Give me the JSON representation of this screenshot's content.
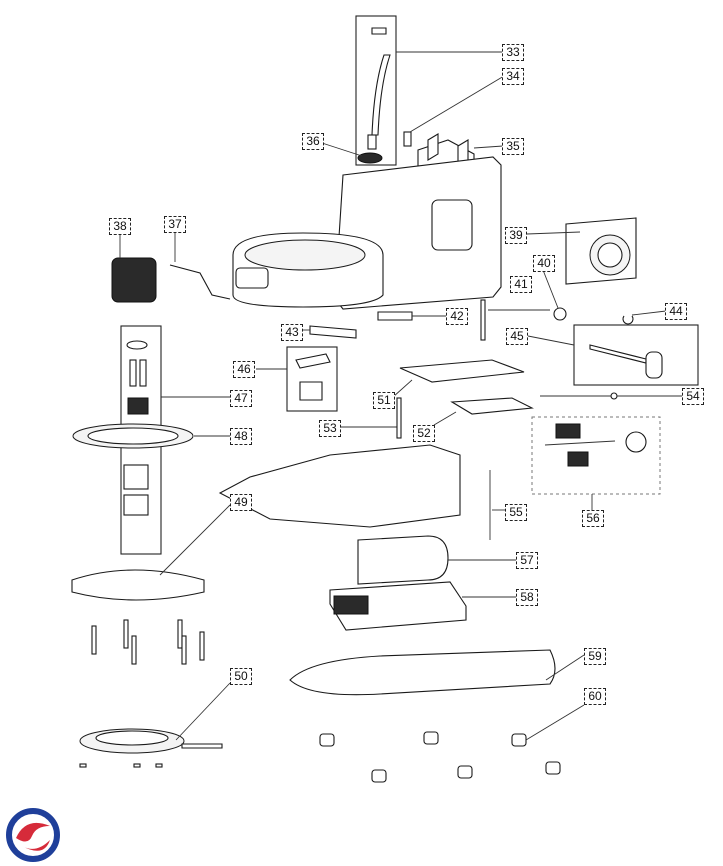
{
  "callouts": [
    {
      "id": "33",
      "label": "33"
    },
    {
      "id": "34",
      "label": "34"
    },
    {
      "id": "35",
      "label": "35"
    },
    {
      "id": "36",
      "label": "36"
    },
    {
      "id": "37",
      "label": "37"
    },
    {
      "id": "38",
      "label": "38"
    },
    {
      "id": "39",
      "label": "39"
    },
    {
      "id": "40",
      "label": "40"
    },
    {
      "id": "41",
      "label": "41"
    },
    {
      "id": "42",
      "label": "42"
    },
    {
      "id": "43",
      "label": "43"
    },
    {
      "id": "44",
      "label": "44"
    },
    {
      "id": "45",
      "label": "45"
    },
    {
      "id": "46",
      "label": "46"
    },
    {
      "id": "47",
      "label": "47"
    },
    {
      "id": "48",
      "label": "48"
    },
    {
      "id": "49",
      "label": "49"
    },
    {
      "id": "50",
      "label": "50"
    },
    {
      "id": "51",
      "label": "51"
    },
    {
      "id": "52",
      "label": "52"
    },
    {
      "id": "53",
      "label": "53"
    },
    {
      "id": "54",
      "label": "54"
    },
    {
      "id": "55",
      "label": "55"
    },
    {
      "id": "56",
      "label": "56"
    },
    {
      "id": "57",
      "label": "57"
    },
    {
      "id": "58",
      "label": "58"
    },
    {
      "id": "59",
      "label": "59"
    },
    {
      "id": "60",
      "label": "60"
    }
  ],
  "logo": {
    "colors": {
      "red": "#d62b3a",
      "blue": "#1f3f9a"
    }
  }
}
